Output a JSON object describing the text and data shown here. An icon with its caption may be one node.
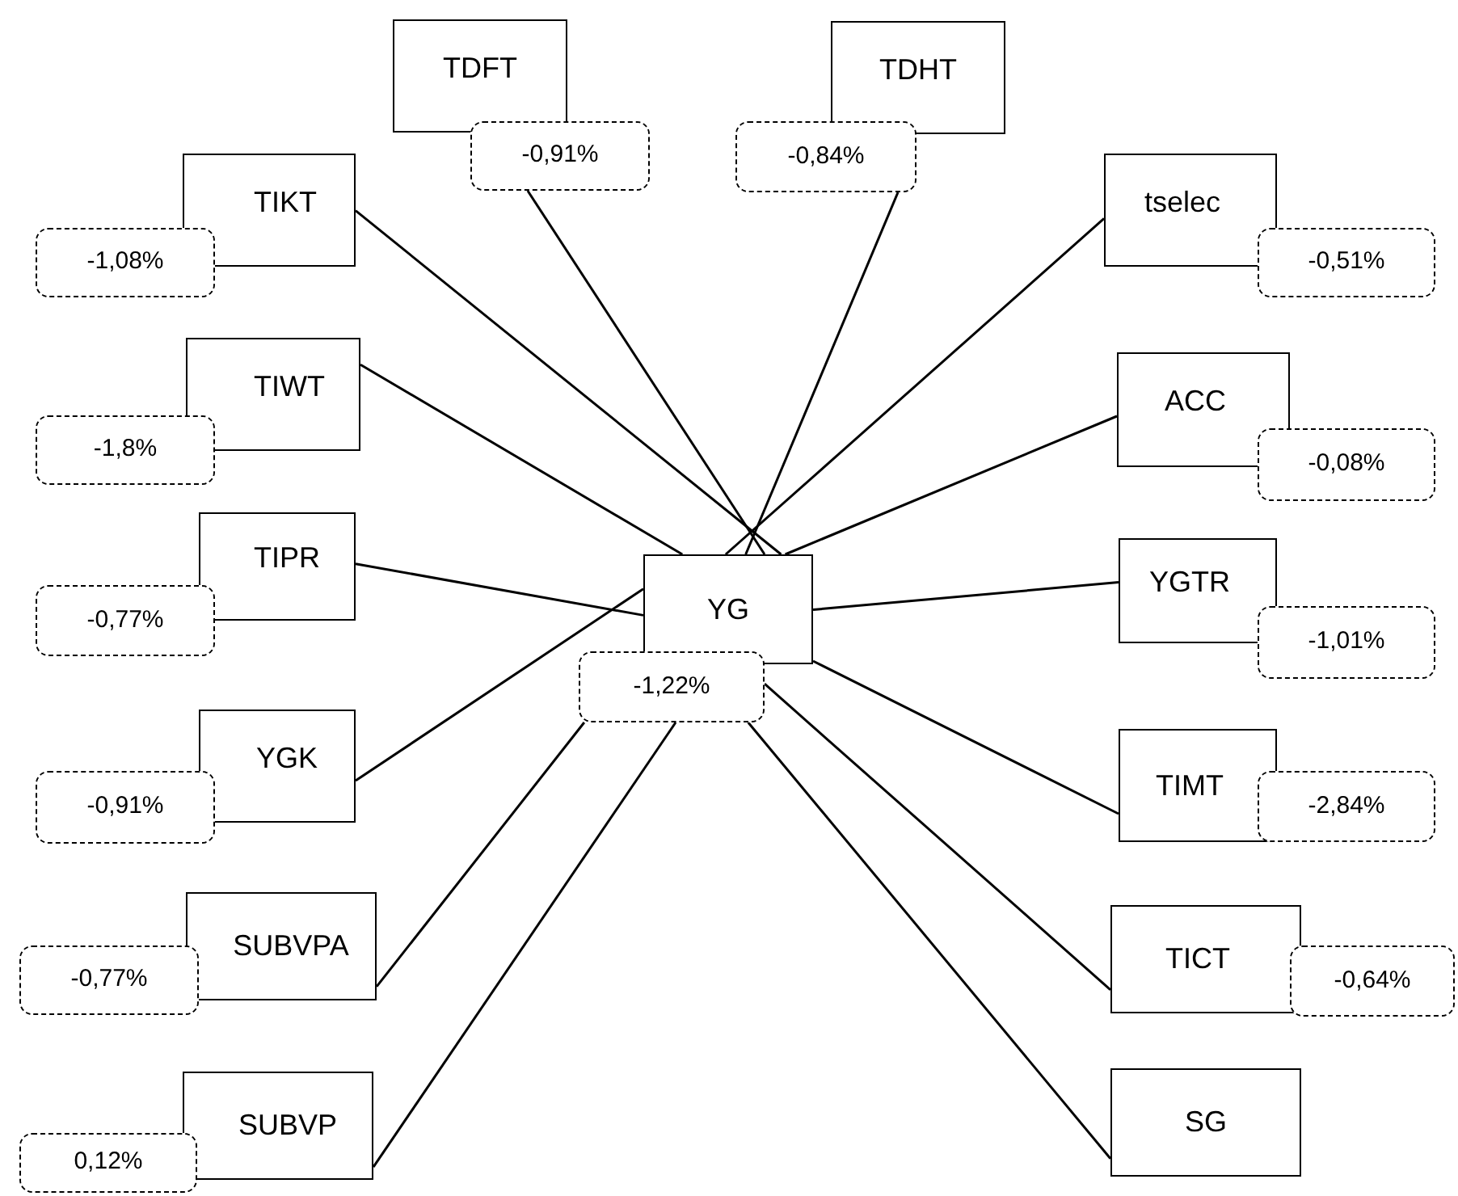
{
  "diagram": {
    "nodes": [
      {
        "text": [
          "TDFT"
        ]
      },
      {
        "text": [
          "-0,91%"
        ]
      },
      {
        "text": [
          "TDHT"
        ]
      },
      {
        "text": [
          "-0,84%"
        ]
      },
      {
        "text": [
          "TIKT"
        ]
      },
      {
        "text": [
          "-1,08%"
        ]
      },
      {
        "text": [
          "tselec"
        ]
      },
      {
        "text": [
          "-0,51%"
        ]
      },
      {
        "text": [
          "TIWT"
        ]
      },
      {
        "text": [
          "-1,8%"
        ]
      },
      {
        "text": [
          "ACC"
        ]
      },
      {
        "text": [
          "-0,08%"
        ]
      },
      {
        "text": [
          "TIPR"
        ]
      },
      {
        "text": [
          "-0,77%"
        ]
      },
      {
        "text": [
          "YG"
        ]
      },
      {
        "text": [
          "-1,22%"
        ]
      },
      {
        "text": [
          "YGTR"
        ]
      },
      {
        "text": [
          "-1,01%"
        ]
      },
      {
        "text": [
          "YGK"
        ]
      },
      {
        "text": [
          "-0,91%"
        ]
      },
      {
        "text": [
          "TIMT"
        ]
      },
      {
        "text": [
          "-2,84%"
        ]
      },
      {
        "text": [
          "SUBVPA"
        ]
      },
      {
        "text": [
          "-0,77%"
        ]
      },
      {
        "text": [
          "TICT"
        ]
      },
      {
        "text": [
          "-0,64%"
        ]
      },
      {
        "text": [
          "SUBVP"
        ]
      },
      {
        "text": [
          "0,12%"
        ]
      },
      {
        "text": [
          "SG"
        ]
      }
    ],
    "edges": [
      {
        "from": 1,
        "to": 14,
        "arrow": "none"
      },
      {
        "from": 3,
        "to": 14,
        "arrow": "none"
      },
      {
        "from": 4,
        "to": 14,
        "arrow": "none"
      },
      {
        "from": 6,
        "to": 14,
        "arrow": "none"
      },
      {
        "from": 8,
        "to": 14,
        "arrow": "none"
      },
      {
        "from": 10,
        "to": 14,
        "arrow": "none"
      },
      {
        "from": 12,
        "to": 14,
        "arrow": "none"
      },
      {
        "from": 16,
        "to": 14,
        "arrow": "none"
      },
      {
        "from": 18,
        "to": 14,
        "arrow": "none"
      },
      {
        "from": 20,
        "to": 14,
        "arrow": "none"
      },
      {
        "from": 22,
        "to": 15,
        "arrow": "none"
      },
      {
        "from": 24,
        "to": 15,
        "arrow": "none"
      },
      {
        "from": 26,
        "to": 15,
        "arrow": "none"
      },
      {
        "from": 28,
        "to": 15,
        "arrow": "none"
      }
    ]
  }
}
